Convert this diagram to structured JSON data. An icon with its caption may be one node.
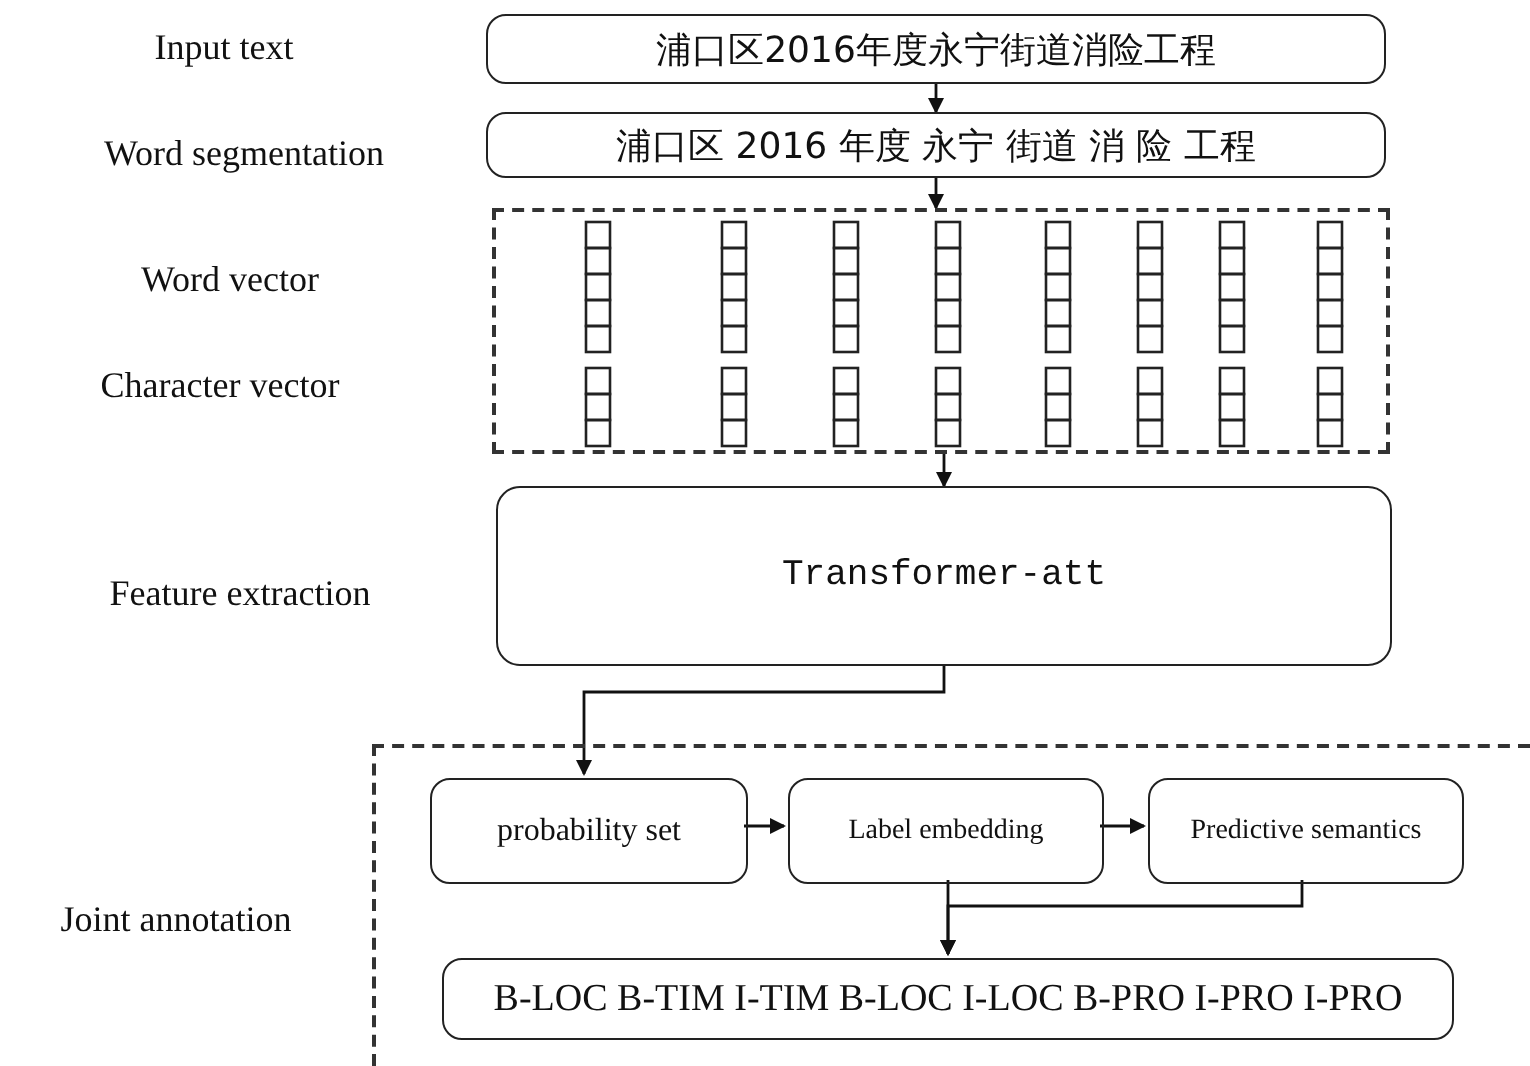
{
  "diagram": {
    "nodes": [
      {
        "text": [
          "浦口区2016年度永宁街道消险工程"
        ]
      },
      {
        "text": [
          "浦口区 2016 年度 永宁 街道 消 险 工程"
        ]
      },
      {
        "text": [],
        "shape": "box"
      },
      {
        "text": [
          "Transformer-att"
        ]
      },
      {
        "text": [],
        "shape": "box"
      },
      {
        "text": [
          "probability set"
        ],
        "in": 4
      },
      {
        "text": [
          "Label embedding"
        ],
        "in": 4
      },
      {
        "text": [
          "Predictive semantics"
        ],
        "in": 4
      },
      {
        "text": [
          "B-LOC B-TIM I-TIM B-LOC I-LOC B-PRO I-PRO I-PRO"
        ],
        "in": 4
      }
    ],
    "edges": [
      {
        "from": 0,
        "to": 1,
        "arrow": "to"
      },
      {
        "from": 1,
        "to": 2,
        "arrow": "to"
      },
      {
        "from": 2,
        "to": 3,
        "arrow": "to"
      },
      {
        "from": 3,
        "to": 5,
        "arrow": "to"
      },
      {
        "from": 5,
        "to": 6,
        "arrow": "to"
      },
      {
        "from": 6,
        "to": 7,
        "arrow": "to"
      },
      {
        "from": 6,
        "to": 8,
        "arrow": "to"
      },
      {
        "from": 7,
        "to": 8,
        "arrow": "to"
      }
    ],
    "labels": [
      "Input text",
      "Word segmentation",
      "Word vector",
      "Character vector",
      "Feature extraction",
      "Joint annotation"
    ]
  }
}
